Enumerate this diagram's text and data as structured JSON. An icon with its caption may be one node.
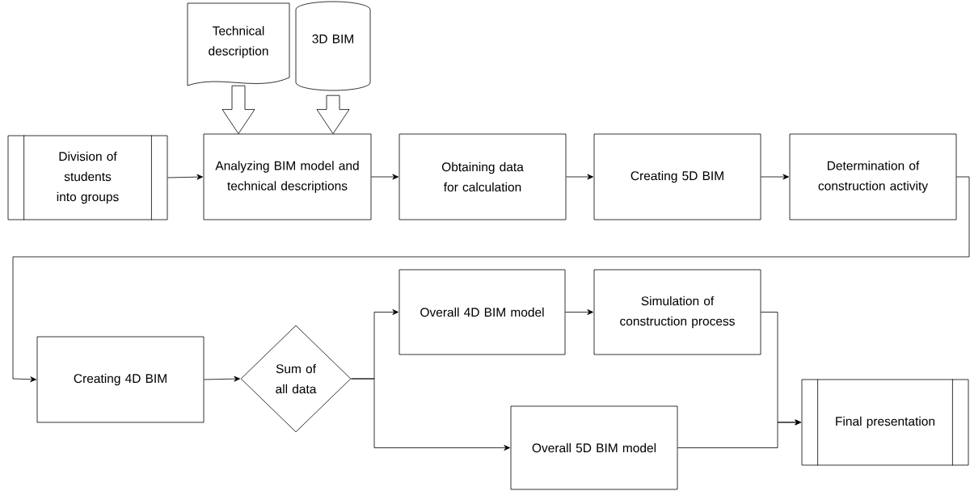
{
  "diagram": {
    "nodes": [
      {
        "text": [
          "Technical description"
        ]
      },
      {
        "text": [
          "3D BIM"
        ]
      },
      {
        "text": [
          "Division of students into groups"
        ]
      },
      {
        "text": [
          "Analyzing BIM model and technical descriptions"
        ]
      },
      {
        "text": [
          "Obtaining data for calculation"
        ]
      },
      {
        "text": [
          "Creating 5D BIM"
        ]
      },
      {
        "text": [
          "Determination of construction activity"
        ]
      },
      {
        "text": [
          "Creating 4D BIM"
        ]
      },
      {
        "text": [
          "Sum of all data"
        ]
      },
      {
        "text": [
          "Overall 4D BIM model"
        ]
      },
      {
        "text": [
          "Simulation of construction process"
        ]
      },
      {
        "text": [
          "Overall 5D BIM model"
        ]
      },
      {
        "text": [
          "Final presentation"
        ]
      }
    ],
    "edges": [
      {
        "from": 0,
        "to": 3,
        "arrow": "to",
        "style": "thick"
      },
      {
        "from": 1,
        "to": 3,
        "arrow": "to",
        "style": "thick"
      },
      {
        "from": 2,
        "to": 3,
        "arrow": "to"
      },
      {
        "from": 3,
        "to": 4,
        "arrow": "to"
      },
      {
        "from": 4,
        "to": 5,
        "arrow": "to"
      },
      {
        "from": 5,
        "to": 6,
        "arrow": "to"
      },
      {
        "from": 6,
        "to": 7,
        "arrow": "to"
      },
      {
        "from": 7,
        "to": 8,
        "arrow": "to"
      },
      {
        "from": 8,
        "to": 9,
        "arrow": "to"
      },
      {
        "from": 8,
        "to": 11,
        "arrow": "to"
      },
      {
        "from": 9,
        "to": 10,
        "arrow": "to"
      },
      {
        "from": 10,
        "to": 12,
        "arrow": "to"
      },
      {
        "from": 11,
        "to": 12,
        "arrow": "to"
      }
    ]
  }
}
